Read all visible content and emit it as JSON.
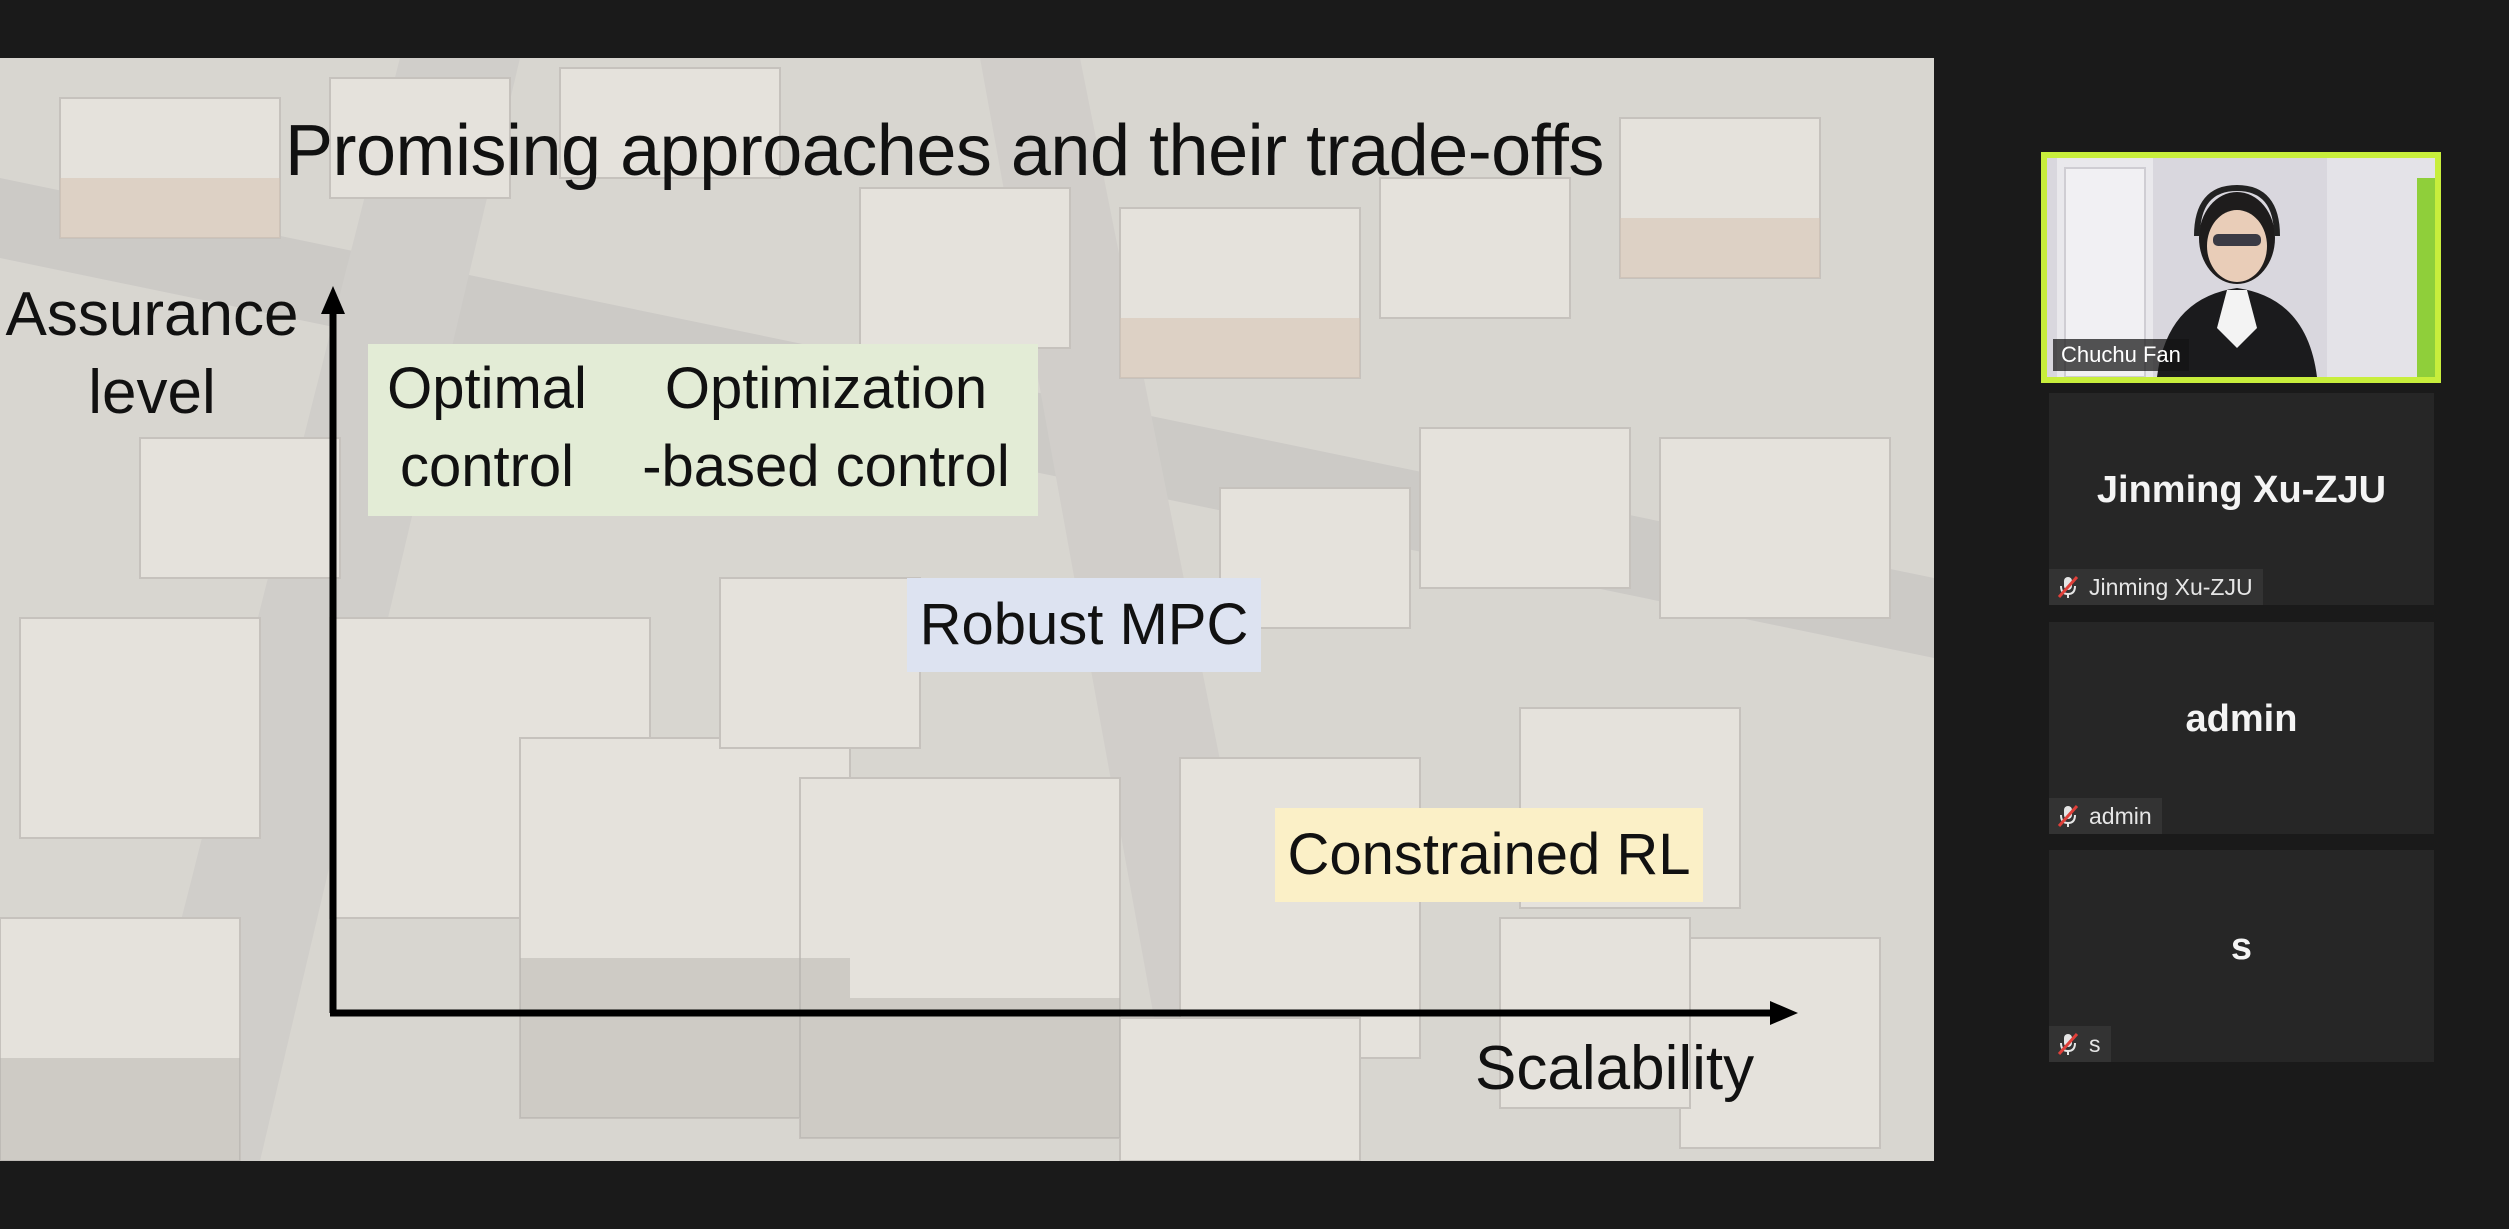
{
  "slide": {
    "title": "Promising approaches and their trade-offs",
    "y_axis_label_line1": "Assurance",
    "y_axis_label_line2": "level",
    "x_axis_label": "Scalability",
    "boxes": {
      "optimal_line1": "Optimal",
      "optimal_line2": "control",
      "optimization_line1": "Optimization",
      "optimization_line2": "-based control",
      "robust": "Robust MPC",
      "constrained": "Constrained RL"
    },
    "colors": {
      "green_box": "#e3ecd6",
      "blue_box": "#dde3f1",
      "yellow_box": "#fbf0c7"
    }
  },
  "participants": [
    {
      "name": "Chuchu Fan",
      "video": true,
      "active_speaker": true,
      "highlight_color": "#c8ee3c"
    },
    {
      "display": "Jinming Xu-ZJU",
      "name": "Jinming Xu-ZJU",
      "muted": true,
      "icon": "mic-muted-icon"
    },
    {
      "display": "admin",
      "name": "admin",
      "muted": true,
      "icon": "mic-muted-icon"
    },
    {
      "display": "s",
      "name": "s",
      "muted": true,
      "icon": "mic-muted-icon"
    }
  ]
}
